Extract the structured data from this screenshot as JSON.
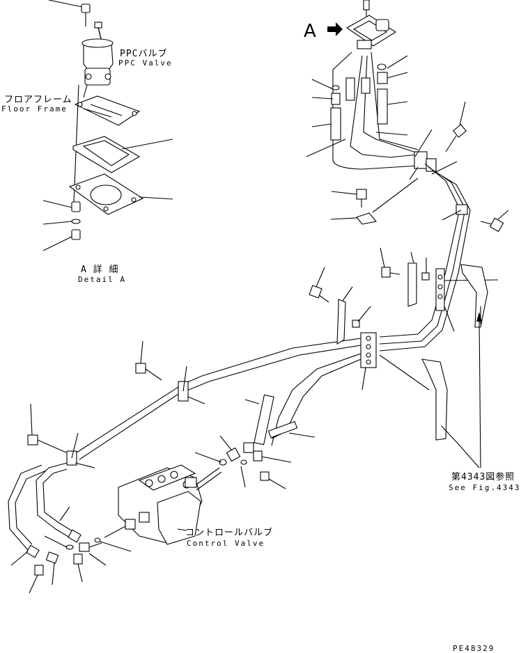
{
  "labels": {
    "ppc_valve_jp": "PPCバルブ",
    "ppc_valve_en": "PPC Valve",
    "floor_frame_jp": "フロアフレーム",
    "floor_frame_en": "Floor Frame",
    "detail_a_jp": "A 詳 細",
    "detail_a_en": "Detail A",
    "view_a": "A",
    "control_valve_jp": "コントロールバルブ",
    "control_valve_en": "Control Valve",
    "see_fig_jp": "第4343図参照",
    "see_fig_en": "See Fig.4343",
    "drawing_number": "PE48329"
  },
  "icons": {
    "view_arrow": "arrow-right-icon"
  }
}
